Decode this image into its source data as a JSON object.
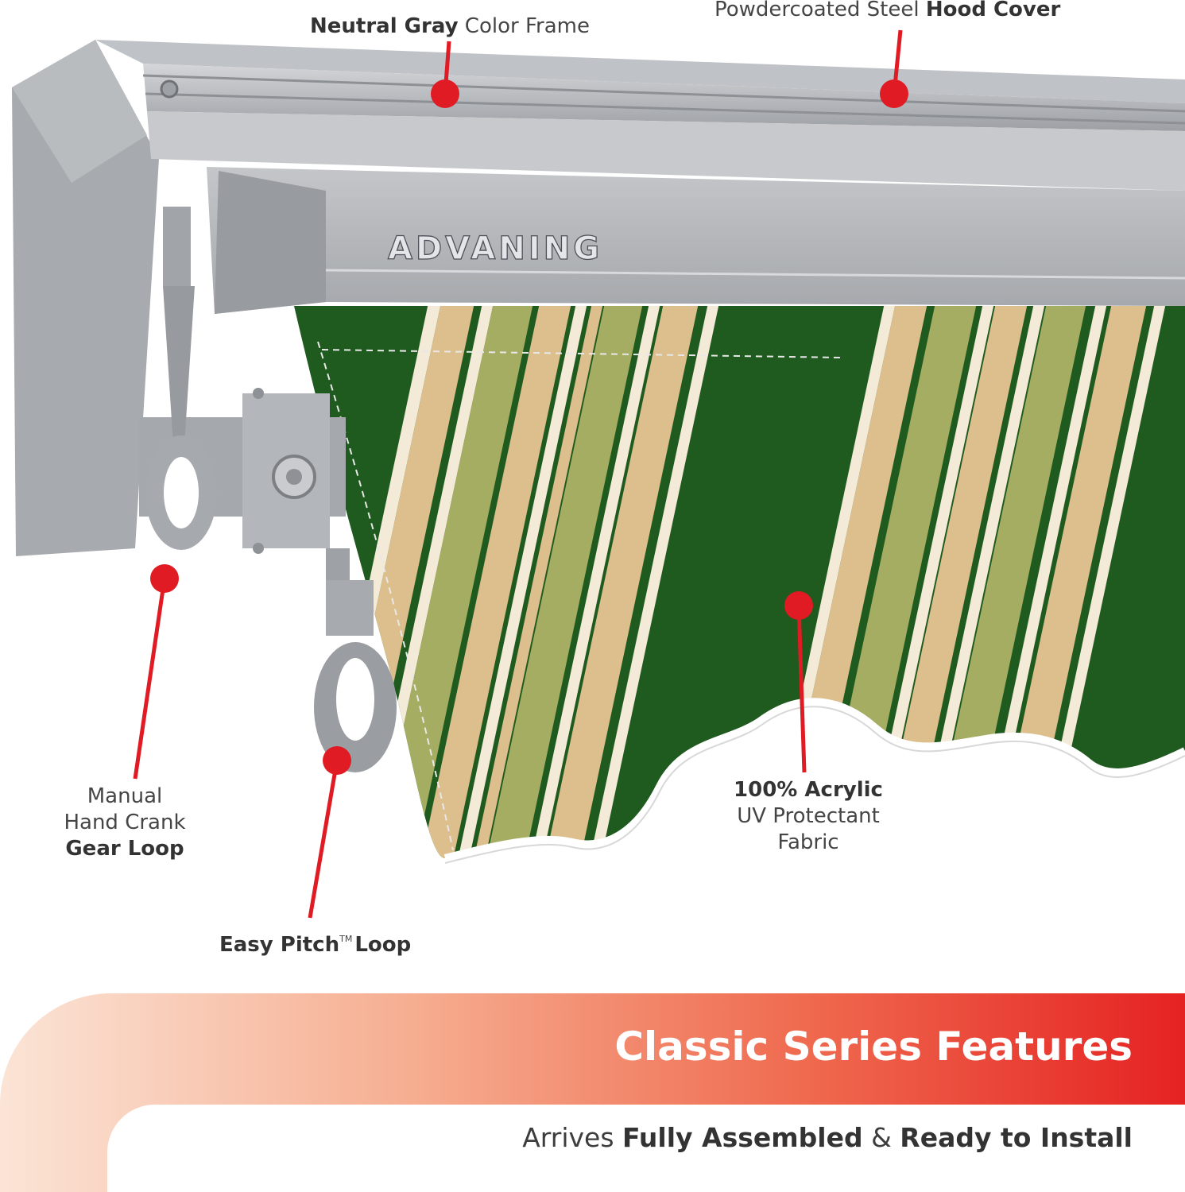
{
  "brand": "ADVANING",
  "callouts": {
    "frame": {
      "bold": "Neutral Gray",
      "rest": " Color Frame"
    },
    "hood": {
      "pre": "Powdercoated Steel ",
      "bold": "Hood Cover"
    },
    "crank": {
      "line1": "Manual",
      "line2": "Hand Crank",
      "bold": "Gear Loop"
    },
    "pitch": {
      "pre": "Easy Pitch",
      "tm": "TM",
      "post": "Loop"
    },
    "fabric": {
      "bold": "100% Acrylic",
      "line2": "UV Protectant",
      "line3": "Fabric"
    }
  },
  "banner": {
    "title": "Classic Series Features",
    "sub_pre": "Arrives ",
    "sub_bold1": "Fully Assembled",
    "sub_mid": " & ",
    "sub_bold2": "Ready to Install"
  },
  "colors": {
    "marker_red": "#e01b24",
    "frame_gray": "#b9bcc0",
    "fabric_green": "#1f5a1f",
    "stripe_tan": "#ddbf8e",
    "stripe_olive": "#a4ad62"
  }
}
